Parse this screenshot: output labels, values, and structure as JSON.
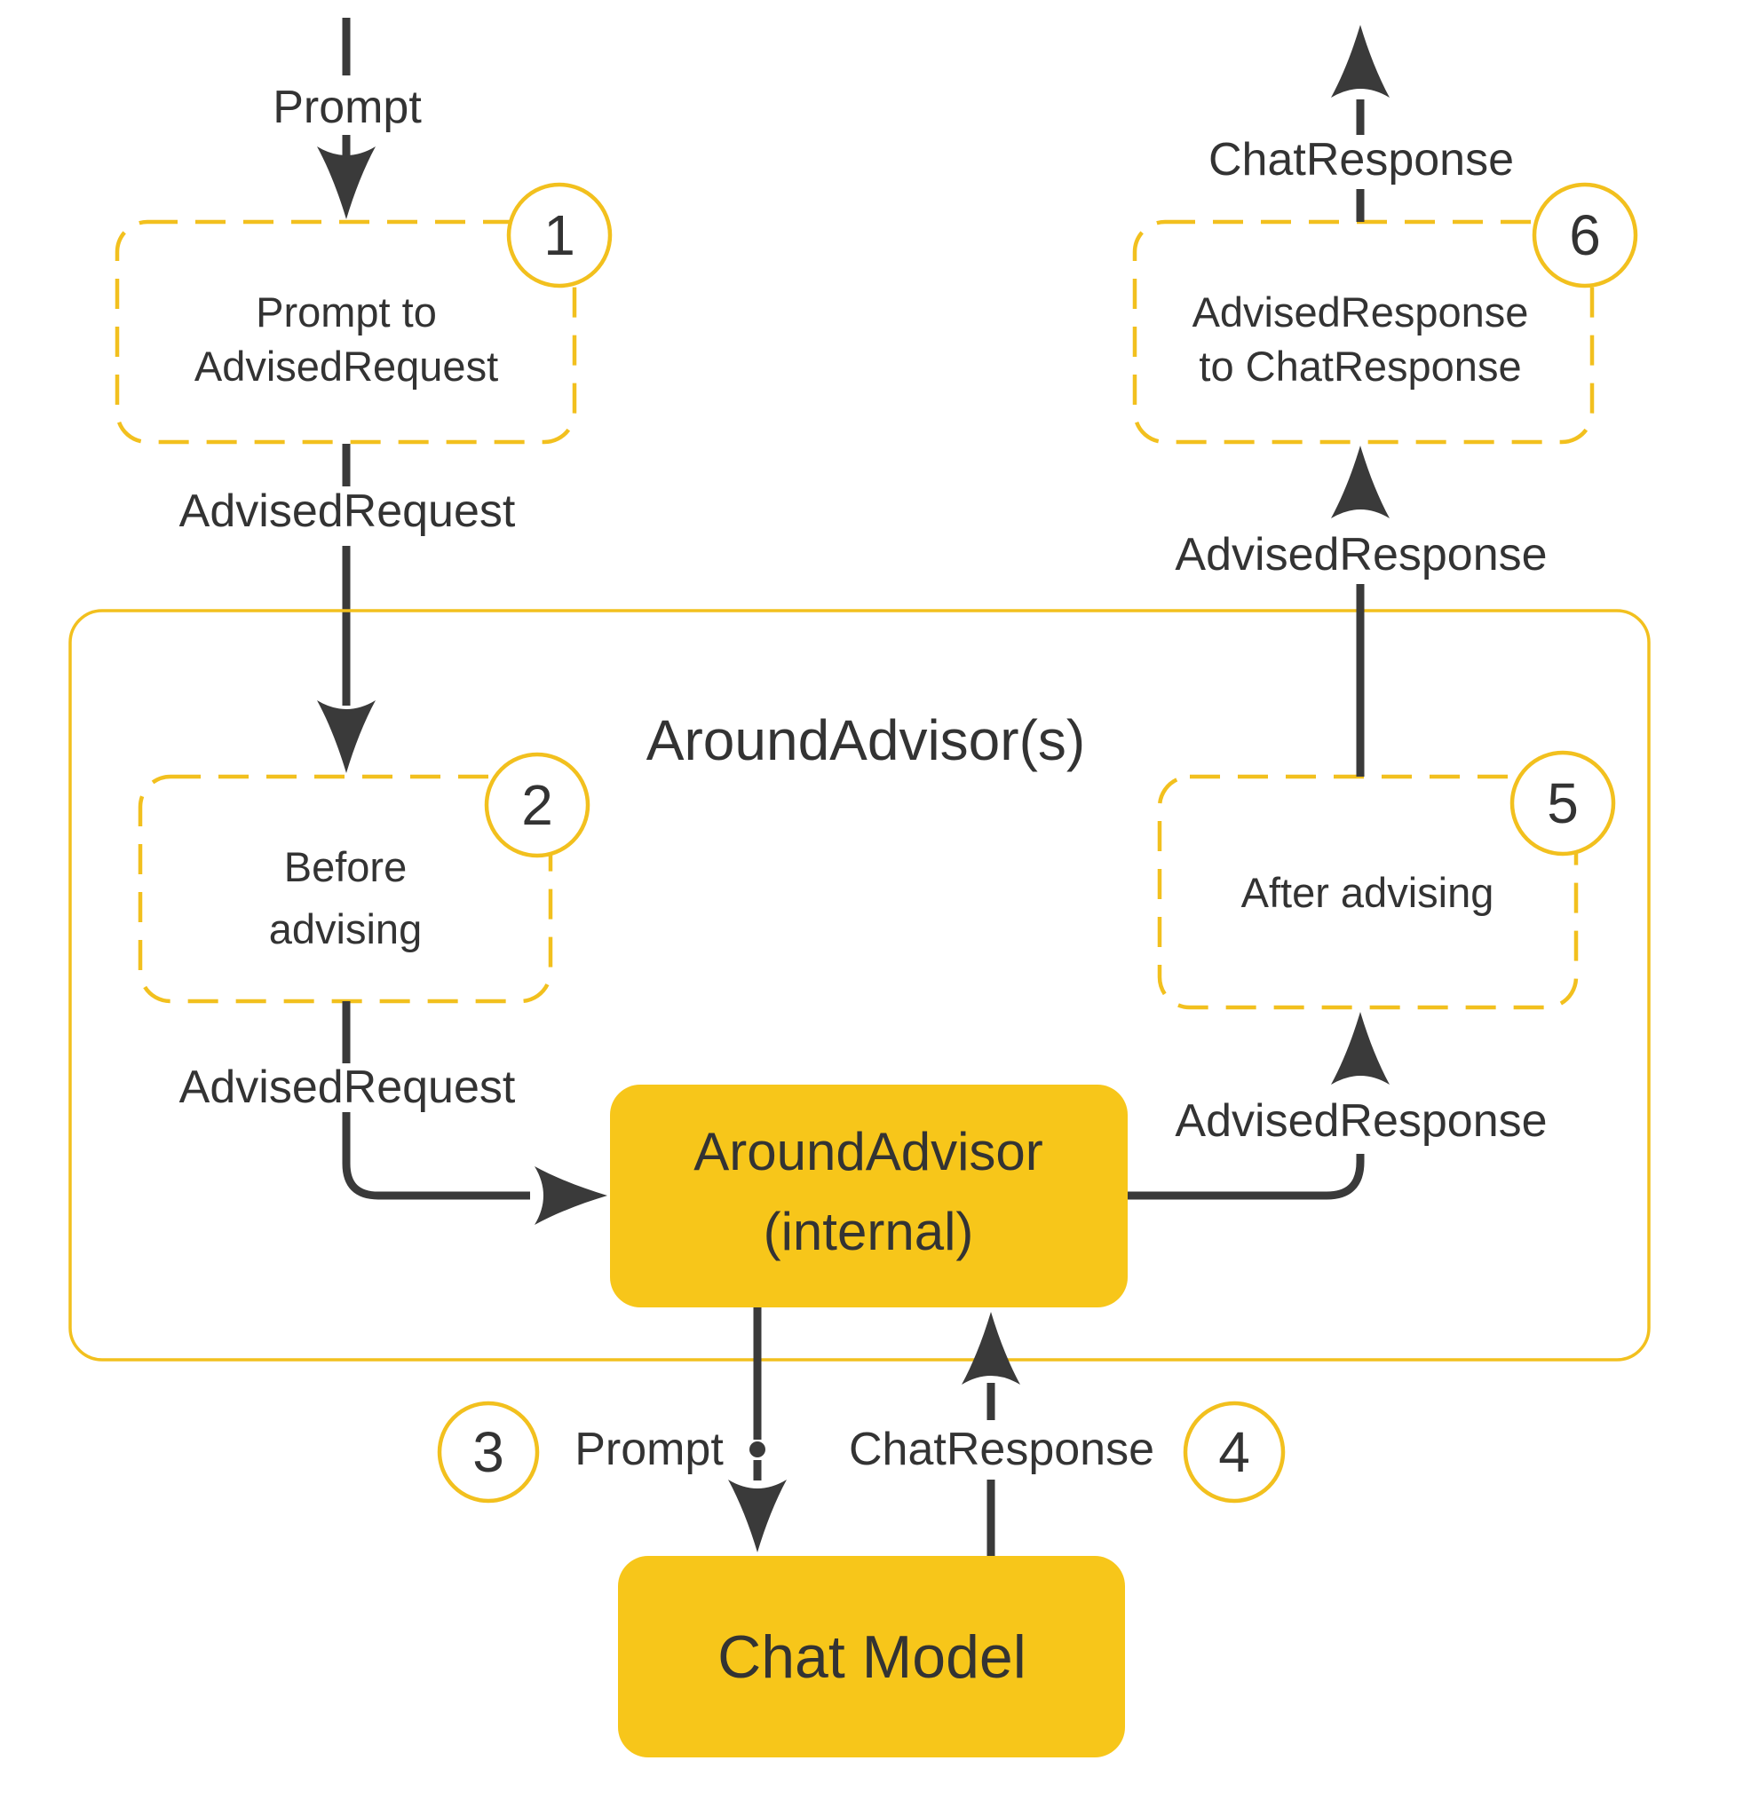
{
  "diagram": {
    "title": "AroundAdvisor(s)",
    "colors": {
      "yellow_stroke": "#f2c01e",
      "yellow_fill": "#f7c61a",
      "line_dark": "#3a3a3a",
      "text_dark": "#333333",
      "background": "#ffffff"
    },
    "labels": {
      "prompt_top": "Prompt",
      "advised_request_1": "AdvisedRequest",
      "advised_request_2": "AdvisedRequest",
      "chat_response_top": "ChatResponse",
      "advised_response_upper": "AdvisedResponse",
      "advised_response_lower": "AdvisedResponse",
      "prompt_bottom": "Prompt",
      "chat_response_bottom": "ChatResponse"
    },
    "nodes": {
      "box1": {
        "badge": "1",
        "line1": "Prompt to",
        "line2": "AdvisedRequest"
      },
      "box2": {
        "badge": "2",
        "line1": "Before",
        "line2": "advising"
      },
      "box5": {
        "badge": "5",
        "line1": "After advising"
      },
      "box6": {
        "badge": "6",
        "line1": "AdvisedResponse",
        "line2": "to ChatResponse"
      },
      "internal": {
        "line1": "AroundAdvisor",
        "line2": "(internal)"
      },
      "chat_model": {
        "label": "Chat Model"
      }
    },
    "badges": {
      "badge3": "3",
      "badge4": "4"
    }
  }
}
